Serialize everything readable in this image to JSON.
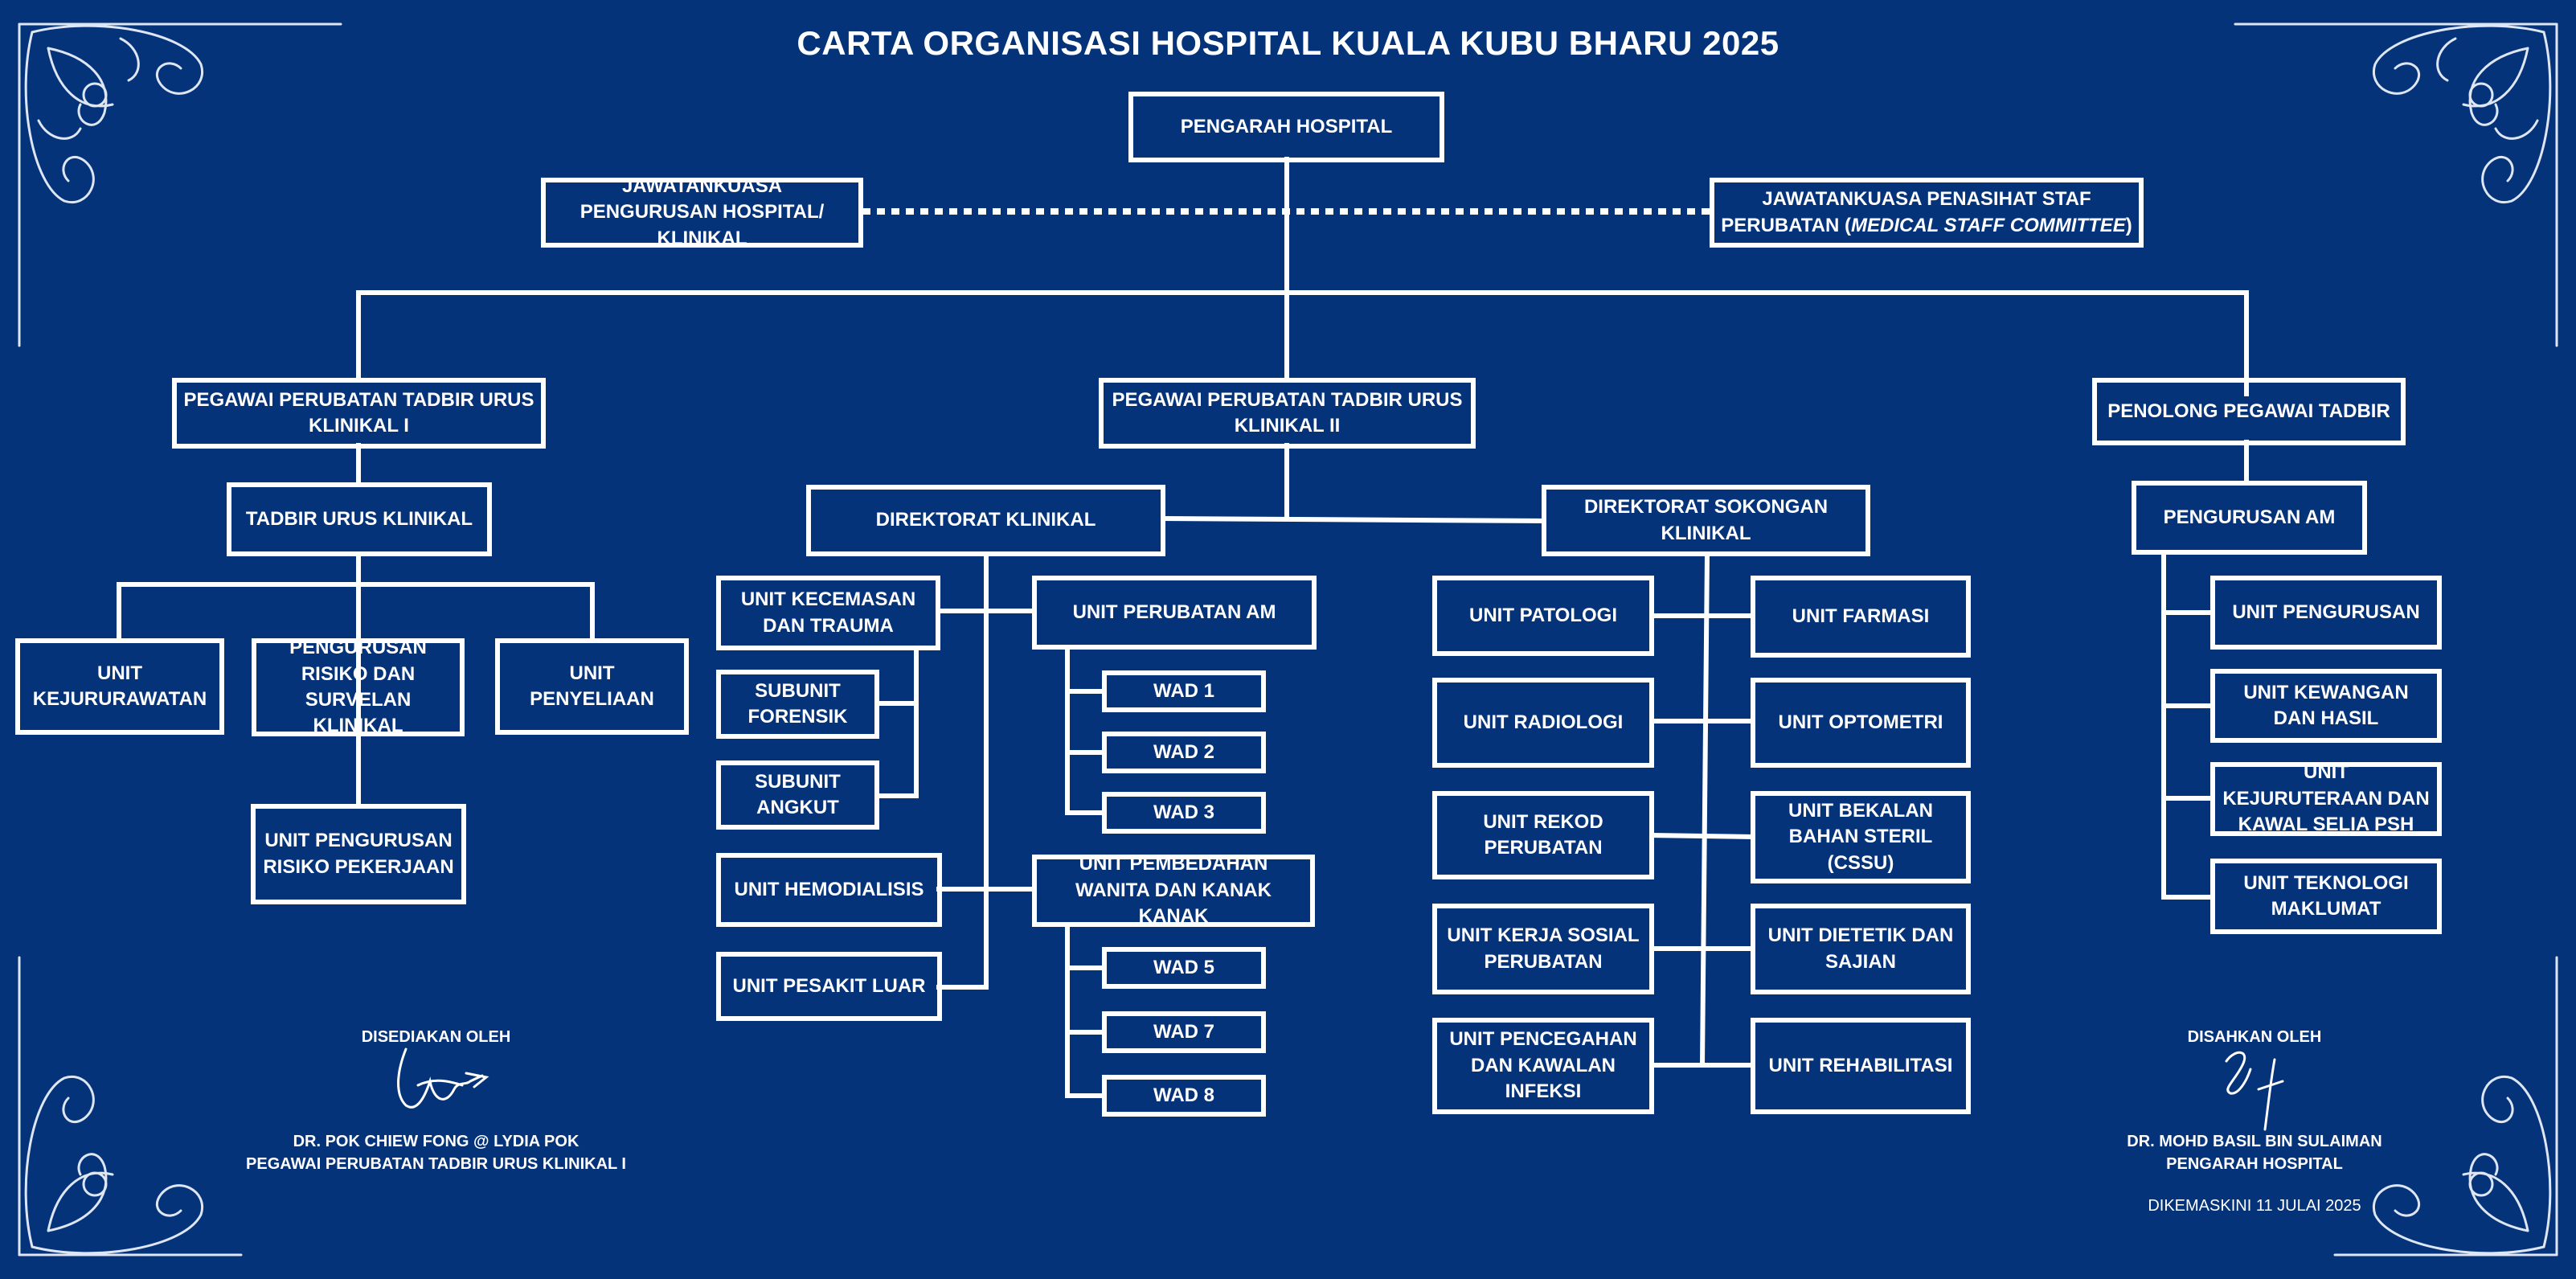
{
  "title": "CARTA ORGANISASI HOSPITAL KUALA KUBU BHARU 2025",
  "nodes": {
    "pengarah": "PENGARAH HOSPITAL",
    "jk_pengurusan": "JAWATANKUASA PENGURUSAN HOSPITAL/ KLINIKAL",
    "jk_penasihat_prefix": "JAWATANKUASA PENASIHAT STAF PERUBATAN (",
    "jk_penasihat_italic": "MEDICAL STAFF COMMITTEE",
    "jk_penasihat_suffix": ")",
    "ppt1": "PEGAWAI PERUBATAN TADBIR URUS KLINIKAL I",
    "ppt2": "PEGAWAI PERUBATAN TADBIR URUS KLINIKAL II",
    "penolong": "PENOLONG PEGAWAI TADBIR",
    "tadbir_urus": "TADBIR URUS KLINIKAL",
    "unit_kejururawatan": "UNIT KEJURURAWATAN",
    "pengurusan_risiko": "PENGURUSAN RISIKO DAN SURVELAN KLINIKAL",
    "unit_penyeliaan": "UNIT PENYELIAAN",
    "unit_risiko_pekerjaan": "UNIT PENGURUSAN RISIKO PEKERJAAN",
    "direktorat_klinikal": "DIREKTORAT KLINIKAL",
    "direktorat_sokongan": "DIREKTORAT SOKONGAN KLINIKAL",
    "unit_kecemasan": "UNIT KECEMASAN DAN TRAUMA",
    "subunit_forensik": "SUBUNIT FORENSIK",
    "subunit_angkut": "SUBUNIT ANGKUT",
    "unit_hemodialisis": "UNIT HEMODIALISIS",
    "unit_pesakit_luar": "UNIT PESAKIT LUAR",
    "unit_perubatan_am": "UNIT PERUBATAN AM",
    "wad1": "WAD 1",
    "wad2": "WAD 2",
    "wad3": "WAD 3",
    "unit_pembedahan": "UNIT  PEMBEDAHAN WANITA DAN KANAK KANAK",
    "wad5": "WAD 5",
    "wad7": "WAD 7",
    "wad8": "WAD 8",
    "unit_patologi": "UNIT PATOLOGI",
    "unit_radiologi": "UNIT RADIOLOGI",
    "unit_rekod": "UNIT REKOD PERUBATAN",
    "unit_kerja_sosial": "UNIT KERJA SOSIAL PERUBATAN",
    "unit_pencegahan": "UNIT PENCEGAHAN DAN KAWALAN INFEKSI",
    "unit_farmasi": "UNIT FARMASI",
    "unit_optometri": "UNIT OPTOMETRI",
    "unit_bekalan": "UNIT BEKALAN BAHAN STERIL (CSSU)",
    "unit_dietetik": "UNIT DIETETIK DAN SAJIAN",
    "unit_rehabilitasi": "UNIT REHABILITASI",
    "pengurusan_am": "PENGURUSAN AM",
    "unit_pengurusan": "UNIT PENGURUSAN",
    "unit_kewangan": "UNIT KEWANGAN DAN HASIL",
    "unit_kejuruteraan": "UNIT KEJURUTERAAN DAN KAWAL SELIA PSH",
    "unit_teknologi": "UNIT TEKNOLOGI MAKLUMAT"
  },
  "footer": {
    "prepared_label": "DISEDIAKAN OLEH",
    "prepared_name": "DR. POK CHIEW FONG @ LYDIA POK",
    "prepared_role": "PEGAWAI PERUBATAN TADBIR URUS KLINIKAL I",
    "approved_label": "DISAHKAN OLEH",
    "approved_name": "DR. MOHD BASIL BIN SULAIMAN",
    "approved_role": "PENGARAH HOSPITAL",
    "updated": "DIKEMASKINI 11 JULAI 2025"
  },
  "colors": {
    "background": "#04337a",
    "line": "#ffffff"
  }
}
